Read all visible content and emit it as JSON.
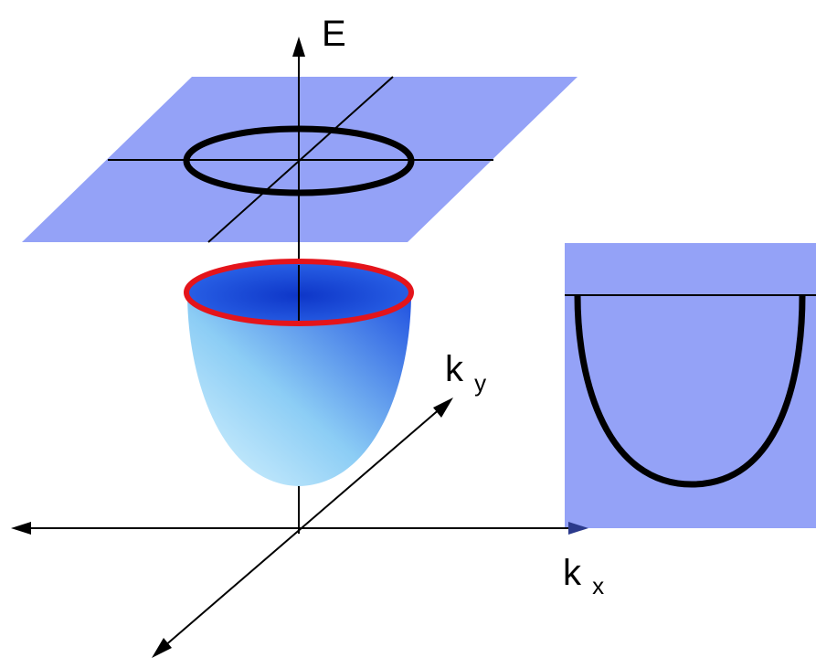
{
  "labels": {
    "energy": "E",
    "ky_main": "k",
    "ky_sub": "y",
    "kx_main": "k",
    "kx_sub": "x"
  },
  "colors": {
    "plane": "#94A2F7",
    "fermi_circle": "#000000",
    "cup_rim": "#E4141B",
    "cup_inner": "#1448E0",
    "cup_outer_light": "#BDEBFF",
    "cup_outer_dark": "#2E5FE6",
    "axes": "#000000",
    "kx_arrow": "#2B3A8C"
  },
  "icons": {
    "axis_arrowheads": "arrowhead"
  }
}
